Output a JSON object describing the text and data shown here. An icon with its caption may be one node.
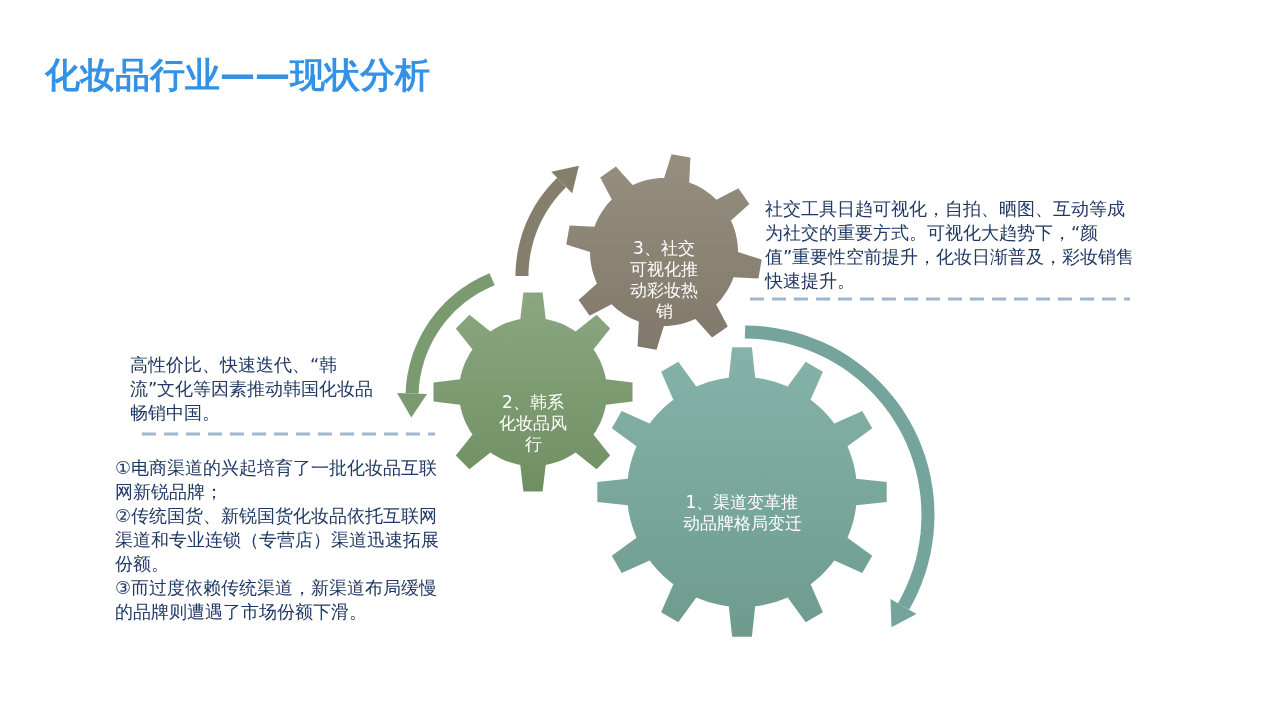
{
  "diagram": {
    "title": "化妆品行业——现状分析",
    "nodes": [
      {
        "text": [
          "1、渠道变革推动品牌格局变迁"
        ]
      },
      {
        "text": [
          "2、韩系化妆品风行"
        ]
      },
      {
        "text": [
          "3、社交可视化推动彩妆热销"
        ]
      }
    ],
    "labels": [
      "社交工具日趋可视化，自拍、晒图、互动等成为社交的重要方式。可视化大趋势下，“颜值”重要性空前提升，化妆日渐普及，彩妆销售快速提升。",
      "高性价比、快速迭代、“韩流”文化等因素推动韩国化妆品畅销中国。",
      "①电商渠道的兴起培育了一批化妆品互联网新锐品牌；",
      "②传统国货、新锐国货化妆品依托互联网渠道和专业连锁（专营店）渠道迅速拓展份额。",
      "③而过度依赖传统渠道，新渠道布局缓慢的品牌则遭遇了市场份额下滑。"
    ]
  }
}
